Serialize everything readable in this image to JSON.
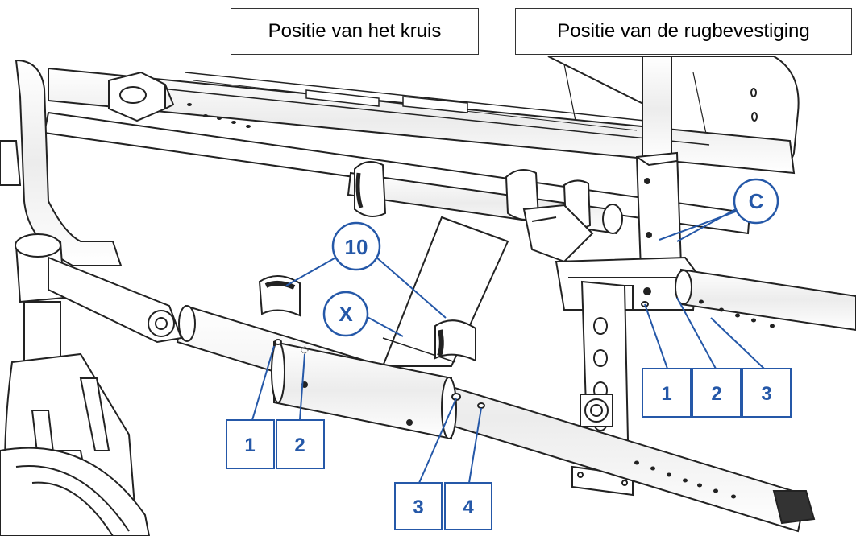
{
  "headers": {
    "crotch_position": "Positie van het kruis",
    "back_mount_position": "Positie van de rugbevestiging"
  },
  "callouts": {
    "ten": "10",
    "x": "X",
    "c": "C"
  },
  "left_positions": [
    "1",
    "2"
  ],
  "center_positions": [
    "3",
    "4"
  ],
  "right_positions": [
    "1",
    "2",
    "3"
  ],
  "colors": {
    "callout_blue": "#2558a8",
    "line": "#222222",
    "tube_shade": "#e9e9e9"
  }
}
